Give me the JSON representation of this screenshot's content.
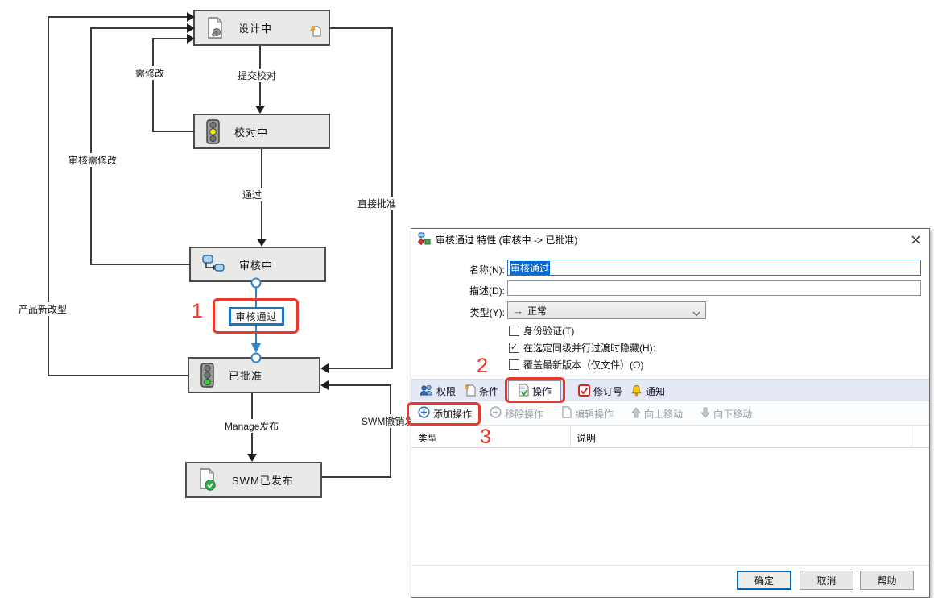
{
  "colors": {
    "selection_blue": "#0a6ad0",
    "transition_blue": "#2e86c9",
    "annotation_red": "#ee3124",
    "node_fill": "#e9e9e7"
  },
  "diagram": {
    "nodes": [
      {
        "label": "设计中",
        "icon": "document-wrench-icon"
      },
      {
        "label": "校对中",
        "icon": "traffic-light-yellow-icon"
      },
      {
        "label": "审核中",
        "icon": "workflow-branch-icon"
      },
      {
        "label": "已批准",
        "icon": "traffic-light-green-icon"
      },
      {
        "label": "SWM已发布",
        "icon": "document-check-icon"
      }
    ],
    "transitions": {
      "need_edit": "需修改",
      "submit_proof": "提交校对",
      "review_need_edit": "审核需修改",
      "pass": "通过",
      "direct_approve": "直接批准",
      "review_pass": "审核通过",
      "product_retrofit": "产品新改型",
      "manage_publish": "Manage发布",
      "swm_unpublish": "SWM撤销发布"
    }
  },
  "annotations": {
    "step1": "1",
    "step2": "2",
    "step3": "3"
  },
  "dialog": {
    "title": "审核通过 特性 (审核中 -> 已批准)",
    "fields": {
      "name_label": "名称(N):",
      "name_value": "审核通过",
      "desc_label": "描述(D):",
      "desc_value": "",
      "type_label": "类型(Y):",
      "type_arrow": "→",
      "type_value": "正常"
    },
    "checkboxes": [
      {
        "label": "身份验证(T)",
        "checked": false,
        "mark": ""
      },
      {
        "label": "在选定同级并行过渡时隐藏(H):",
        "checked": true,
        "mark": "✓"
      },
      {
        "label": "覆盖最新版本（仅文件）(O)",
        "checked": false,
        "mark": ""
      }
    ],
    "tabs": [
      {
        "label": "权限",
        "icon": "users-icon"
      },
      {
        "label": "条件",
        "icon": "document-star-icon"
      },
      {
        "label": "操作",
        "icon": "document-green-check-icon",
        "selected": true
      },
      {
        "label": "修订号",
        "icon": "red-check-icon"
      },
      {
        "label": "通知",
        "icon": "bell-icon"
      }
    ],
    "toolbar": [
      {
        "label": "添加操作",
        "icon": "add-circle-icon",
        "enabled": true
      },
      {
        "label": "移除操作",
        "icon": "remove-circle-icon",
        "enabled": false
      },
      {
        "label": "编辑操作",
        "icon": "edit-document-icon",
        "enabled": false
      },
      {
        "label": "向上移动",
        "icon": "arrow-up-icon",
        "enabled": false
      },
      {
        "label": "向下移动",
        "icon": "arrow-down-icon",
        "enabled": false
      }
    ],
    "table": {
      "columns": [
        "类型",
        "说明"
      ],
      "rows": []
    },
    "buttons": {
      "ok": "确定",
      "cancel": "取消",
      "help": "帮助"
    }
  }
}
